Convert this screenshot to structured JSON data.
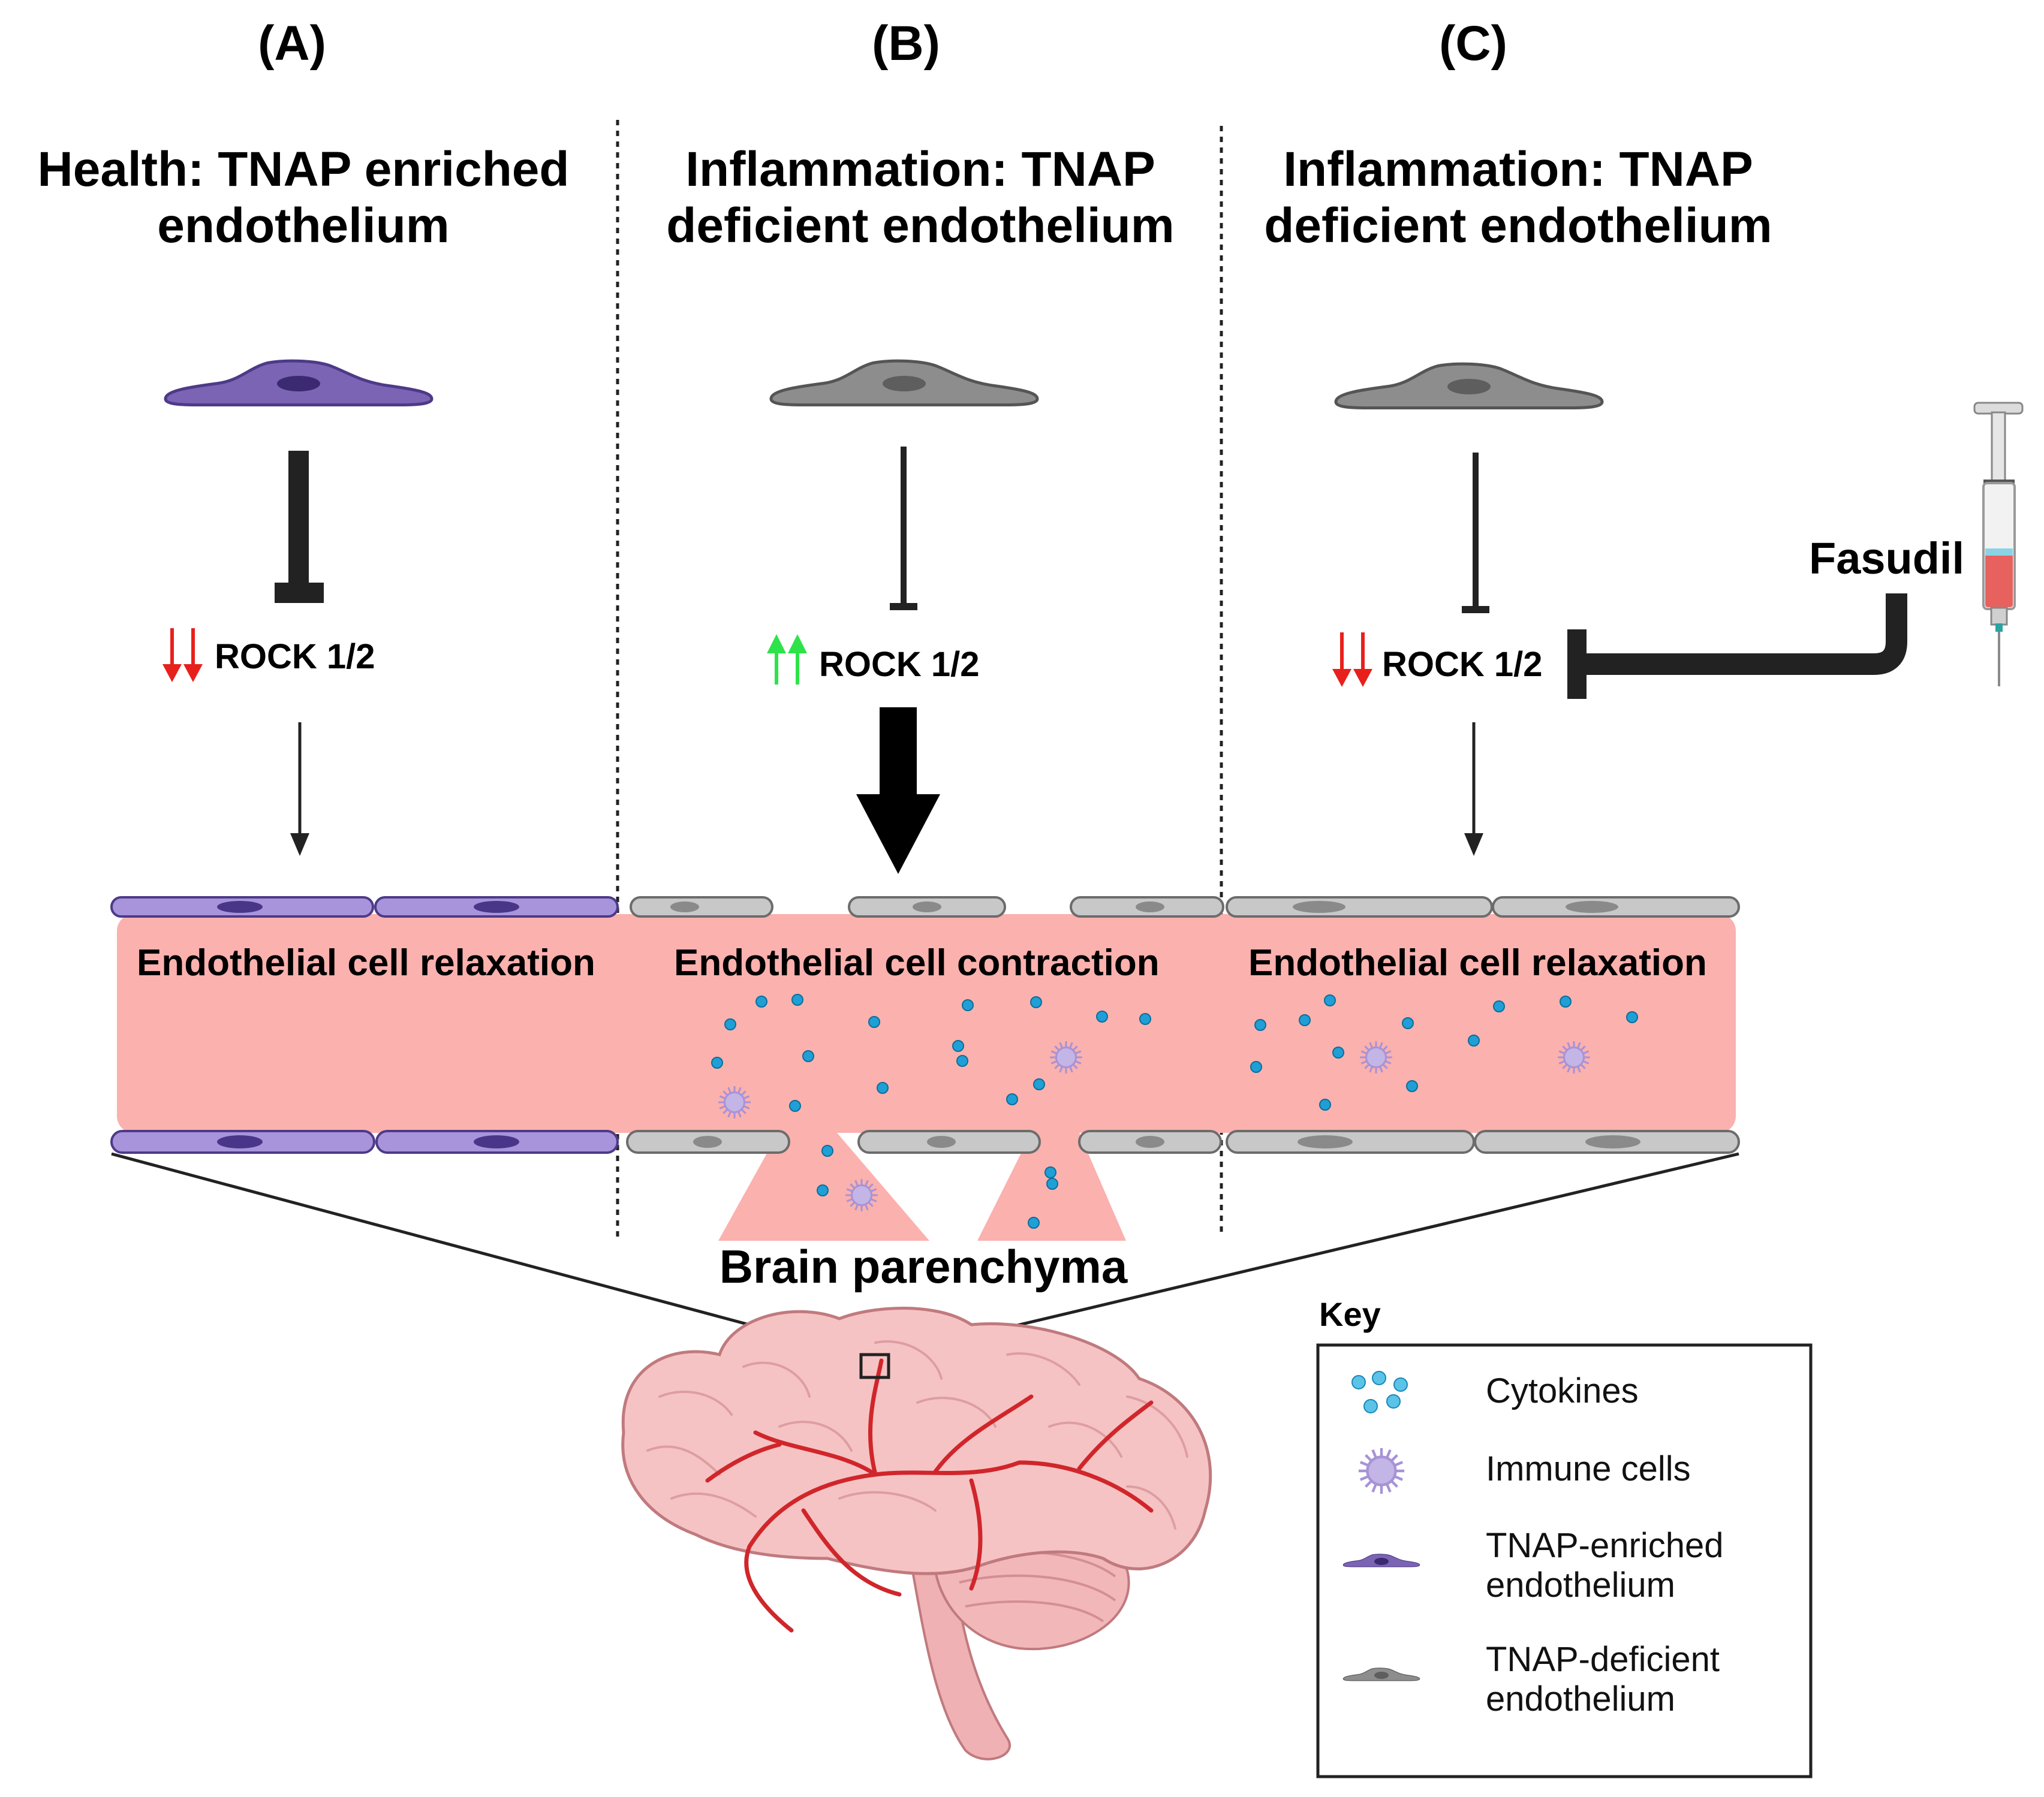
{
  "panels": [
    {
      "letter": "(A)",
      "title_line1": "Health: TNAP enriched",
      "title_line2": "endothelium",
      "rock_label": "ROCK 1/2",
      "vessel_label": "Endothelial cell relaxation"
    },
    {
      "letter": "(B)",
      "title_line1": "Inflammation: TNAP",
      "title_line2": "deficient endothelium",
      "rock_label": "ROCK 1/2",
      "vessel_label": "Endothelial cell contraction"
    },
    {
      "letter": "(C)",
      "title_line1": "Inflammation: TNAP",
      "title_line2": "deficient endothelium",
      "rock_label": "ROCK 1/2",
      "vessel_label": "Endothelial cell relaxation"
    }
  ],
  "drug_label": "Fasudil",
  "parenchyma_label": "Brain parenchyma",
  "key": {
    "title": "Key",
    "items": [
      {
        "label_line1": "Cytokines",
        "label_line2": ""
      },
      {
        "label_line1": "Immune cells",
        "label_line2": ""
      },
      {
        "label_line1": "TNAP-enriched",
        "label_line2": "endothelium"
      },
      {
        "label_line1": "TNAP-deficient",
        "label_line2": "endothelium"
      }
    ]
  },
  "colors": {
    "tnap_enriched_cell": "#8f78c4",
    "tnap_deficient_cell": "#9a9a9a",
    "vessel_lumen": "#fbb1ae",
    "cytokine": "#27a7d8",
    "immune_cell": "#b6a6dd",
    "down_arrow_red": "#e8201c",
    "up_arrow_green": "#2ee34a",
    "brain_fill": "#f6c3c4",
    "brain_vessel": "#d0262b"
  }
}
